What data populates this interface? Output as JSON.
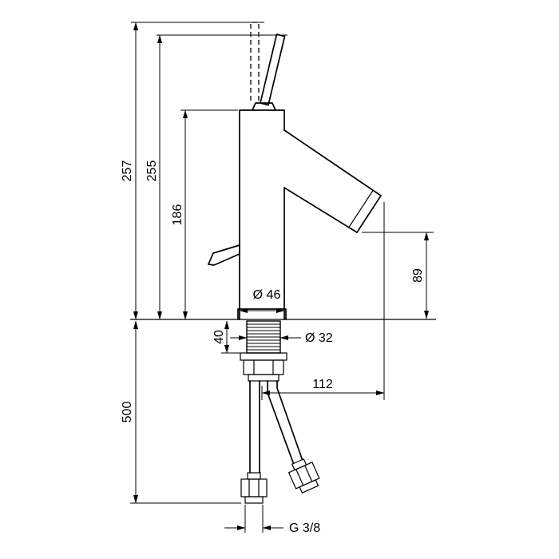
{
  "page": {
    "background": "#ffffff",
    "line_color": "#000000"
  },
  "drawing": {
    "subject": "single-lever basin mixer faucet - technical dimension drawing",
    "labels": {
      "overall_height": "257",
      "height_to_handle": "255",
      "height_to_body_top": "186",
      "spout_outlet_height": "89",
      "base_diameter": "Ø 46",
      "deck_thickness": "40",
      "shank_diameter": "Ø 32",
      "spout_reach": "112",
      "hose_length": "500",
      "connection_thread": "G 3/8"
    }
  }
}
